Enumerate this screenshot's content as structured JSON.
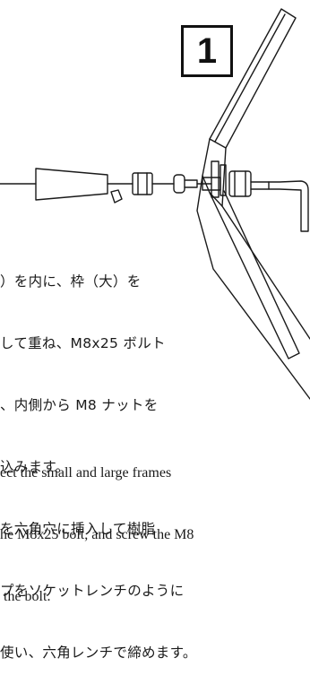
{
  "step": {
    "number": "1"
  },
  "instructions_jp": [
    "）を内に、枠（大）を",
    "して重ね、M8x25 ボルト",
    "、内側から M8 ナットを",
    "込みます。",
    "を六角穴に挿入して樹脂",
    "プをソケットレンチのように",
    "使い、六角レンチで締めます。"
  ],
  "instructions_en": [
    "ect the small and large frames",
    "he M8x25 bolt, and screw the M8",
    " the bolt."
  ]
}
